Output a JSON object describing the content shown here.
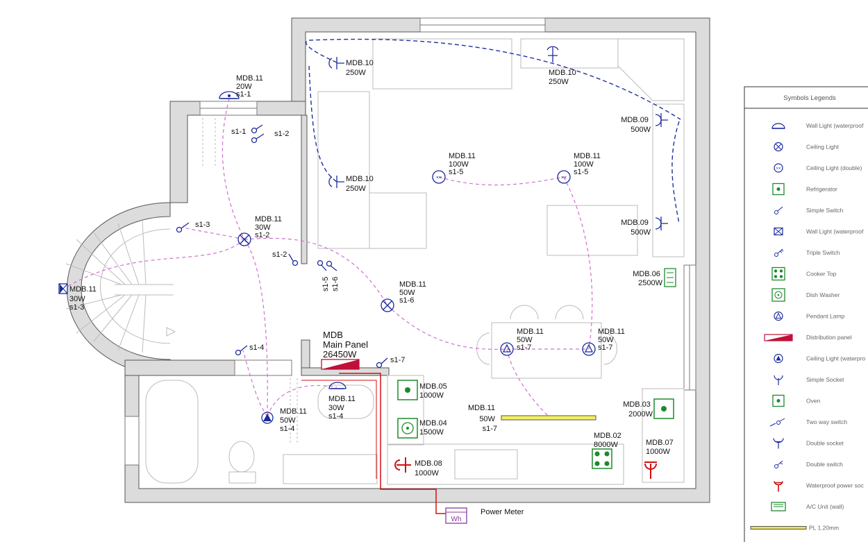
{
  "labels": {
    "wl_top": [
      "MDB.11",
      "20W",
      "s1-1"
    ],
    "s1_1": "s1-1",
    "s1_2_top": "s1-2",
    "s1_3": "s1-3",
    "s1_2": "s1-2",
    "s1_5": "s1-5",
    "s1_6": "s1-6",
    "s1_4": "s1-4",
    "s1_7": "s1-7",
    "cl_hall": [
      "MDB.11",
      "30W",
      "s1-2"
    ],
    "stair_light": [
      "MDB.11",
      "30W",
      "s1-3"
    ],
    "cl_center": [
      "MDB.11",
      "50W",
      "s1-6"
    ],
    "cl_double_left": [
      "MDB.11",
      "100W",
      "s1-5"
    ],
    "cl_double_right": [
      "MDB.11",
      "100W",
      "s1-5"
    ],
    "sock_kit_top1": [
      "MDB.10",
      "250W"
    ],
    "sock_kit_top2": [
      "MDB.10",
      "250W"
    ],
    "sock_kit_left": [
      "MDB.10",
      "250W"
    ],
    "sock_right1": [
      "MDB.09",
      "500W"
    ],
    "sock_right2": [
      "MDB.09",
      "500W"
    ],
    "ac_unit": [
      "MDB.06",
      "2500W"
    ],
    "pendant1": [
      "MDB.11",
      "50W",
      "s1-7"
    ],
    "pendant2": [
      "MDB.11",
      "50W",
      "s1-7"
    ],
    "pl_tube": [
      "MDB.11",
      "50W",
      "s1-7"
    ],
    "mdb_panel": [
      "MDB",
      "Main Panel",
      "26450W"
    ],
    "fridge": [
      "MDB.05",
      "1000W"
    ],
    "dishwasher": [
      "MDB.04",
      "1500W"
    ],
    "wp_socket_bottom": [
      "MDB.08",
      "1000W"
    ],
    "oven": [
      "MDB.03",
      "2000W"
    ],
    "cooker": [
      "MDB.02",
      "8000W"
    ],
    "wp_socket_right": [
      "MDB.07",
      "1000W"
    ],
    "bath_wall_light": [
      "MDB.11",
      "30W",
      "s1-4"
    ],
    "bath_ceiling_light": [
      "MDB.11",
      "50W",
      "s1-4"
    ],
    "power_meter": "Power Meter",
    "meter_symbol": "Wh"
  },
  "legend": {
    "title": "Symbols Legends",
    "items": [
      {
        "icon": "wall-light-waterproof-icon",
        "label": "Wall Light (waterproof"
      },
      {
        "icon": "ceiling-light-icon",
        "label": "Ceiling Light"
      },
      {
        "icon": "ceiling-light-double-icon",
        "label": "Ceiling Light (double)"
      },
      {
        "icon": "refrigerator-icon",
        "label": "Refrigerator"
      },
      {
        "icon": "simple-switch-icon",
        "label": "Simple Switch"
      },
      {
        "icon": "wall-light-waterproof-box-icon",
        "label": "Wall Light (waterproof"
      },
      {
        "icon": "triple-switch-icon",
        "label": "Triple Switch"
      },
      {
        "icon": "cooker-top-icon",
        "label": "Cooker Top"
      },
      {
        "icon": "dish-washer-icon",
        "label": "Dish Washer"
      },
      {
        "icon": "pendant-lamp-icon",
        "label": "Pendant Lamp"
      },
      {
        "icon": "distribution-panel-icon",
        "label": "Distribution panel"
      },
      {
        "icon": "ceiling-light-waterproof-icon",
        "label": "Ceiling Light (waterpro"
      },
      {
        "icon": "simple-socket-icon",
        "label": "Simple Socket"
      },
      {
        "icon": "oven-icon",
        "label": "Oven"
      },
      {
        "icon": "two-way-switch-icon",
        "label": "Two way switch"
      },
      {
        "icon": "double-socket-icon",
        "label": "Double socket"
      },
      {
        "icon": "double-switch-icon",
        "label": "Double switch"
      },
      {
        "icon": "waterproof-power-socket-icon",
        "label": "Waterproof power soc"
      },
      {
        "icon": "ac-unit-wall-icon",
        "label": "A/C Unit (wall)"
      },
      {
        "icon": "pl-tube-icon",
        "label": "PL 1.20mm"
      }
    ]
  },
  "colors": {
    "wire_pink": "#d070d0",
    "wire_blue": "#2030a0",
    "symbol_blue": "#1a2a9a",
    "symbol_green": "#1c8a2c",
    "panel_red": "#c0103a",
    "meter_purple": "#8a3aa0",
    "feeder_red": "#d01010",
    "wall_gray": "#dcdcdc"
  }
}
